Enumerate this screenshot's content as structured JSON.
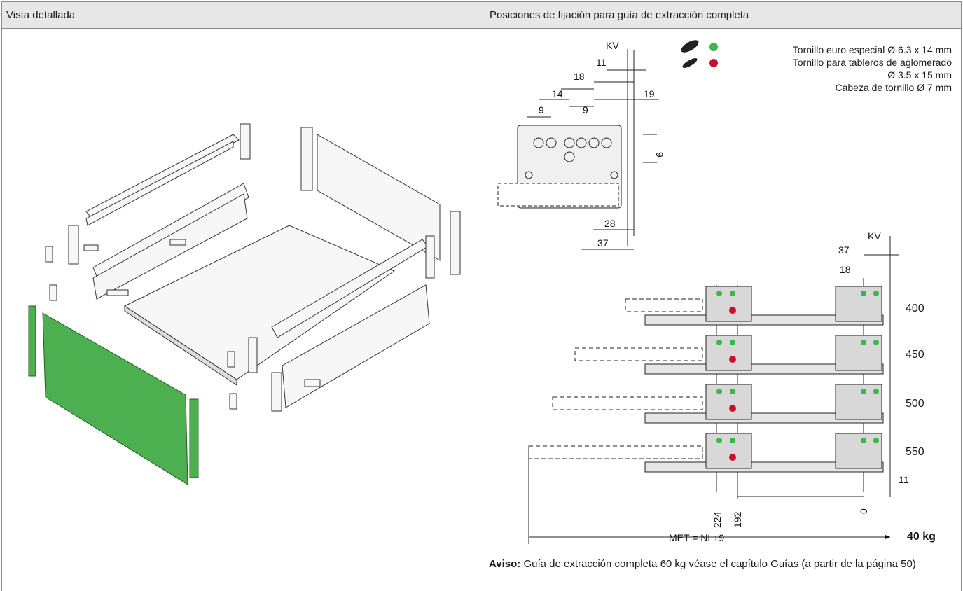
{
  "left_panel": {
    "title": "Vista detallada"
  },
  "right_panel": {
    "title": "Posiciones de fijación para guía de extracción completa",
    "legend": {
      "screw_euro": "Tornillo euro especial Ø 6.3 x 14 mm",
      "screw_board_l1": "Tornillo para tableros de aglomerado",
      "screw_board_l2": "Ø 3.5 x 15 mm",
      "head": "Cabeza de tornillo Ø 7 mm",
      "euro_color": "#3cb54a",
      "board_color": "#c8102e"
    },
    "detail_dims": {
      "kv": "KV",
      "d11": "11",
      "d18": "18",
      "d14": "14",
      "d9a": "9",
      "d9b": "9",
      "d19": "19",
      "d9v": "9",
      "d28": "28",
      "d37": "37"
    },
    "rail_dims": {
      "kv": "KV",
      "d37": "37",
      "d18": "18",
      "d11": "11",
      "p224": "224",
      "p192": "192",
      "p0": "0",
      "met": "MET = NL+9"
    },
    "sizes": [
      "400",
      "450",
      "500",
      "550"
    ],
    "weight": "40 kg",
    "notice_label": "Aviso:",
    "notice_text": " Guía de extracción completa 60 kg véase el capítulo Guías (a partir de la página 50)"
  },
  "colors": {
    "front_panel": "#4caf50",
    "header_bg": "#e7e7e7"
  }
}
